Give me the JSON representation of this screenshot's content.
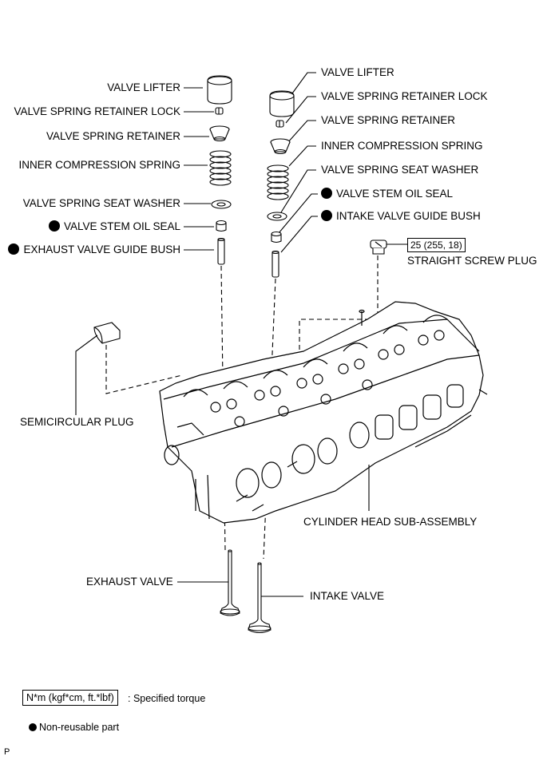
{
  "labels": {
    "ex_lifter": "VALVE LIFTER",
    "ex_retainer_lock": "VALVE SPRING RETAINER LOCK",
    "ex_retainer": "VALVE SPRING RETAINER",
    "ex_spring": "INNER COMPRESSION SPRING",
    "ex_seat_washer": "VALVE SPRING SEAT WASHER",
    "ex_oil_seal": "VALVE STEM OIL SEAL",
    "ex_guide_bush": "EXHAUST VALVE GUIDE BUSH",
    "in_lifter": "VALVE LIFTER",
    "in_retainer_lock": "VALVE SPRING RETAINER LOCK",
    "in_retainer": "VALVE SPRING RETAINER",
    "in_spring": "INNER COMPRESSION SPRING",
    "in_seat_washer": "VALVE SPRING SEAT WASHER",
    "in_oil_seal": "VALVE STEM OIL SEAL",
    "in_guide_bush": "INTAKE VALVE GUIDE BUSH",
    "screw_plug": "STRAIGHT SCREW PLUG",
    "torque_value": "25 (255, 18)",
    "semicircular_plug": "SEMICIRCULAR PLUG",
    "cylinder_head": "CYLINDER HEAD SUB-ASSEMBLY",
    "exhaust_valve": "EXHAUST VALVE",
    "intake_valve": "INTAKE VALVE"
  },
  "legend": {
    "torque_box": "N*m (kgf*cm, ft.*lbf)",
    "torque_text": ": Specified torque",
    "nonreusable_text": "Non-reusable part"
  },
  "footer_code": "P"
}
